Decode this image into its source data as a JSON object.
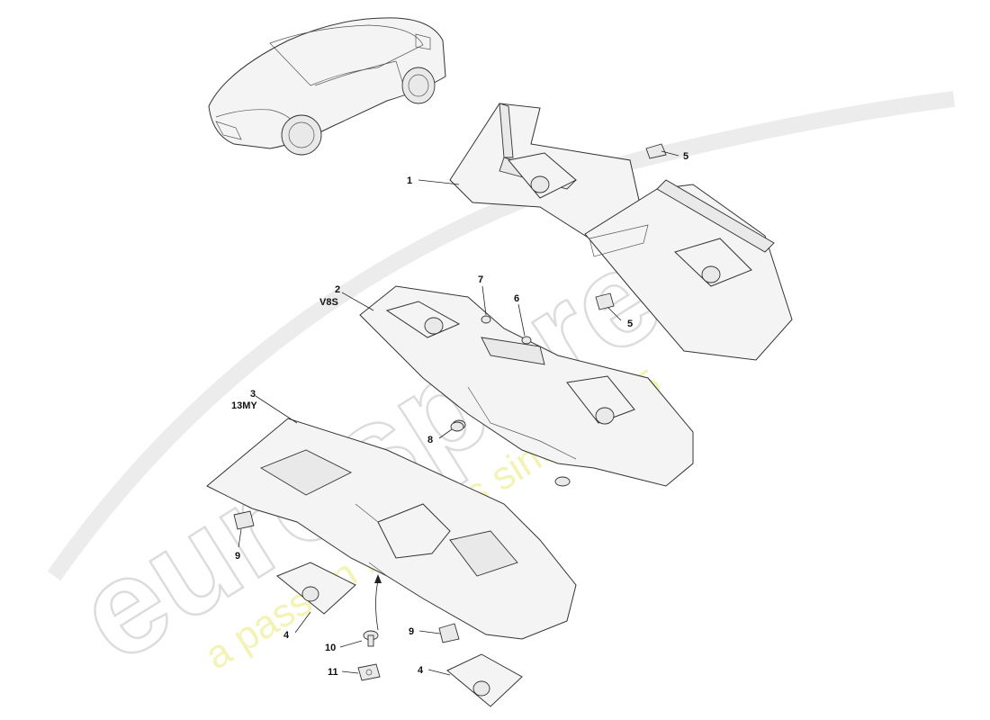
{
  "callouts": [
    {
      "num": "1",
      "sub": ""
    },
    {
      "num": "2",
      "sub": "V8S"
    },
    {
      "num": "3",
      "sub": "13MY"
    },
    {
      "num": "4",
      "sub": ""
    },
    {
      "num": "4",
      "sub": ""
    },
    {
      "num": "5",
      "sub": ""
    },
    {
      "num": "5",
      "sub": ""
    },
    {
      "num": "6",
      "sub": ""
    },
    {
      "num": "7",
      "sub": ""
    },
    {
      "num": "8",
      "sub": ""
    },
    {
      "num": "9",
      "sub": ""
    },
    {
      "num": "9",
      "sub": ""
    },
    {
      "num": "10",
      "sub": ""
    },
    {
      "num": "11",
      "sub": ""
    }
  ],
  "watermark": {
    "brand": "eurospares",
    "tagline": "a passion for parts since 1985"
  }
}
